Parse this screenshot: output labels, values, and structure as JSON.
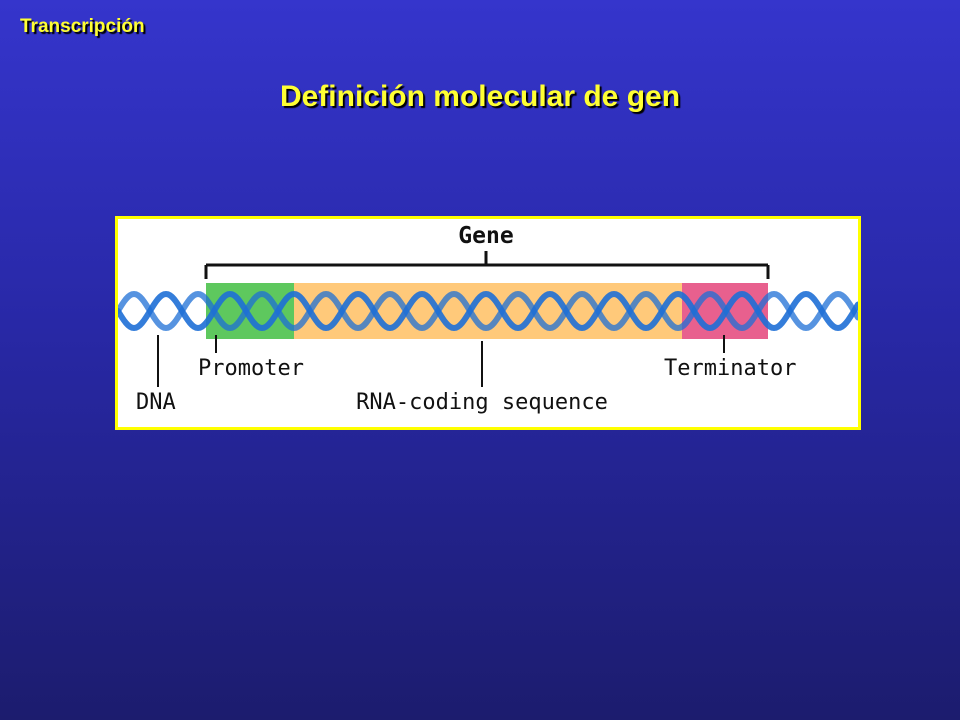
{
  "header": {
    "section_label": "Transcripción",
    "title": "Definición molecular de gen"
  },
  "diagram": {
    "gene_label": "Gene",
    "labels": {
      "dna": "DNA",
      "promoter": "Promoter",
      "coding": "RNA-coding sequence",
      "terminator": "Terminator"
    },
    "colors": {
      "frame": "#ffff00",
      "dna_strand": "#1e6fd6",
      "promoter_box": "#5ec85e",
      "coding_box": "#ffc97a",
      "terminator_box": "#e8608e",
      "gene_bracket": "#111111"
    }
  }
}
